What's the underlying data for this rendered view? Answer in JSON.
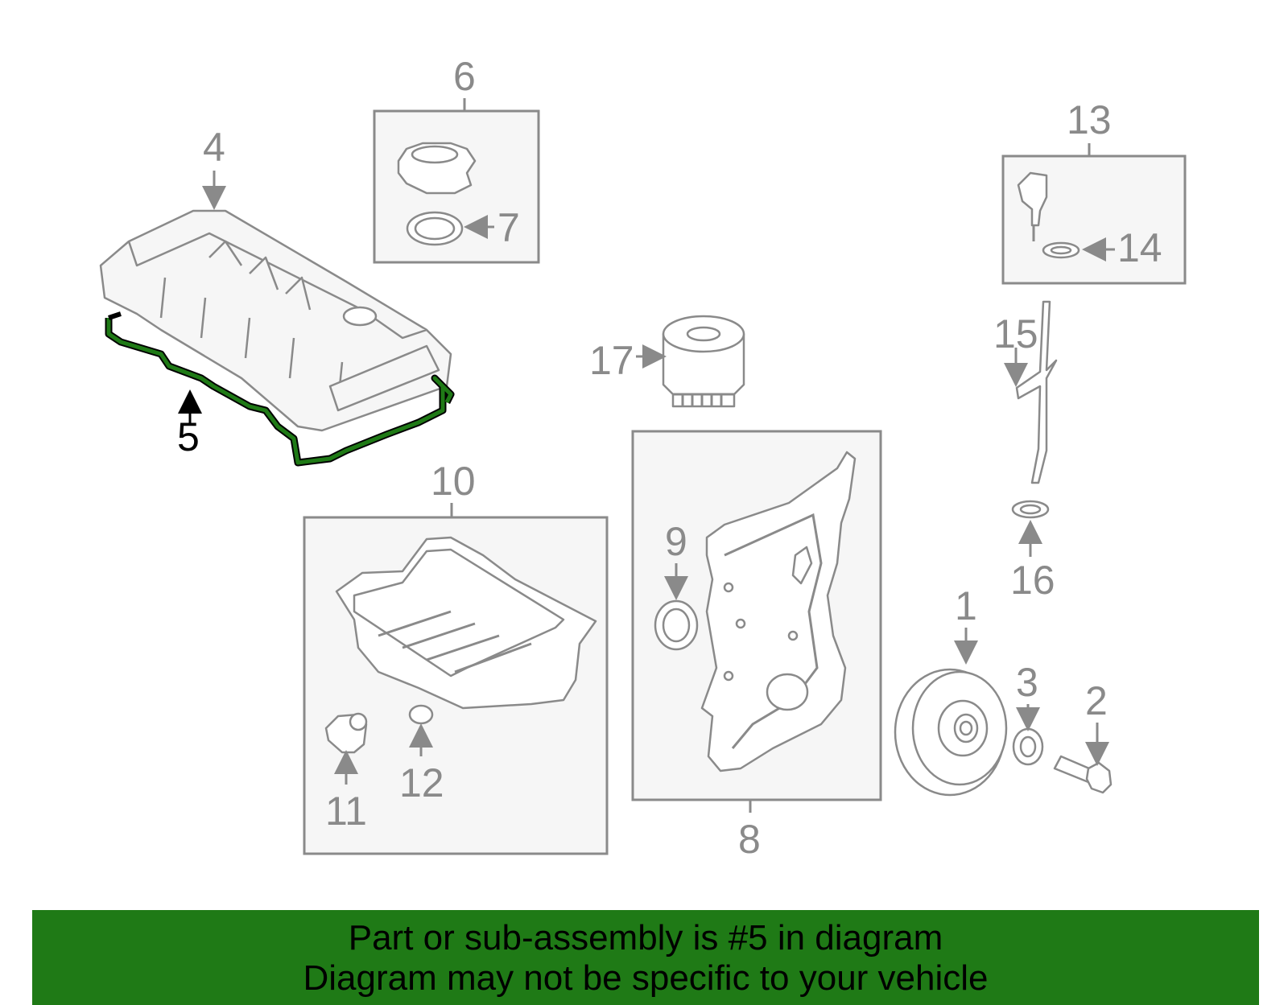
{
  "highlight_color": "#1f7a16",
  "callouts": {
    "c1": "1",
    "c2": "2",
    "c3": "3",
    "c4": "4",
    "c5": "5",
    "c6": "6",
    "c7": "7",
    "c8": "8",
    "c9": "9",
    "c10": "10",
    "c11": "11",
    "c12": "12",
    "c13": "13",
    "c14": "14",
    "c15": "15",
    "c16": "16",
    "c17": "17"
  },
  "highlighted_part": "5",
  "banner": {
    "line1": "Part or sub-assembly is #5 in diagram",
    "line2": "Diagram may not be specific to your vehicle"
  }
}
